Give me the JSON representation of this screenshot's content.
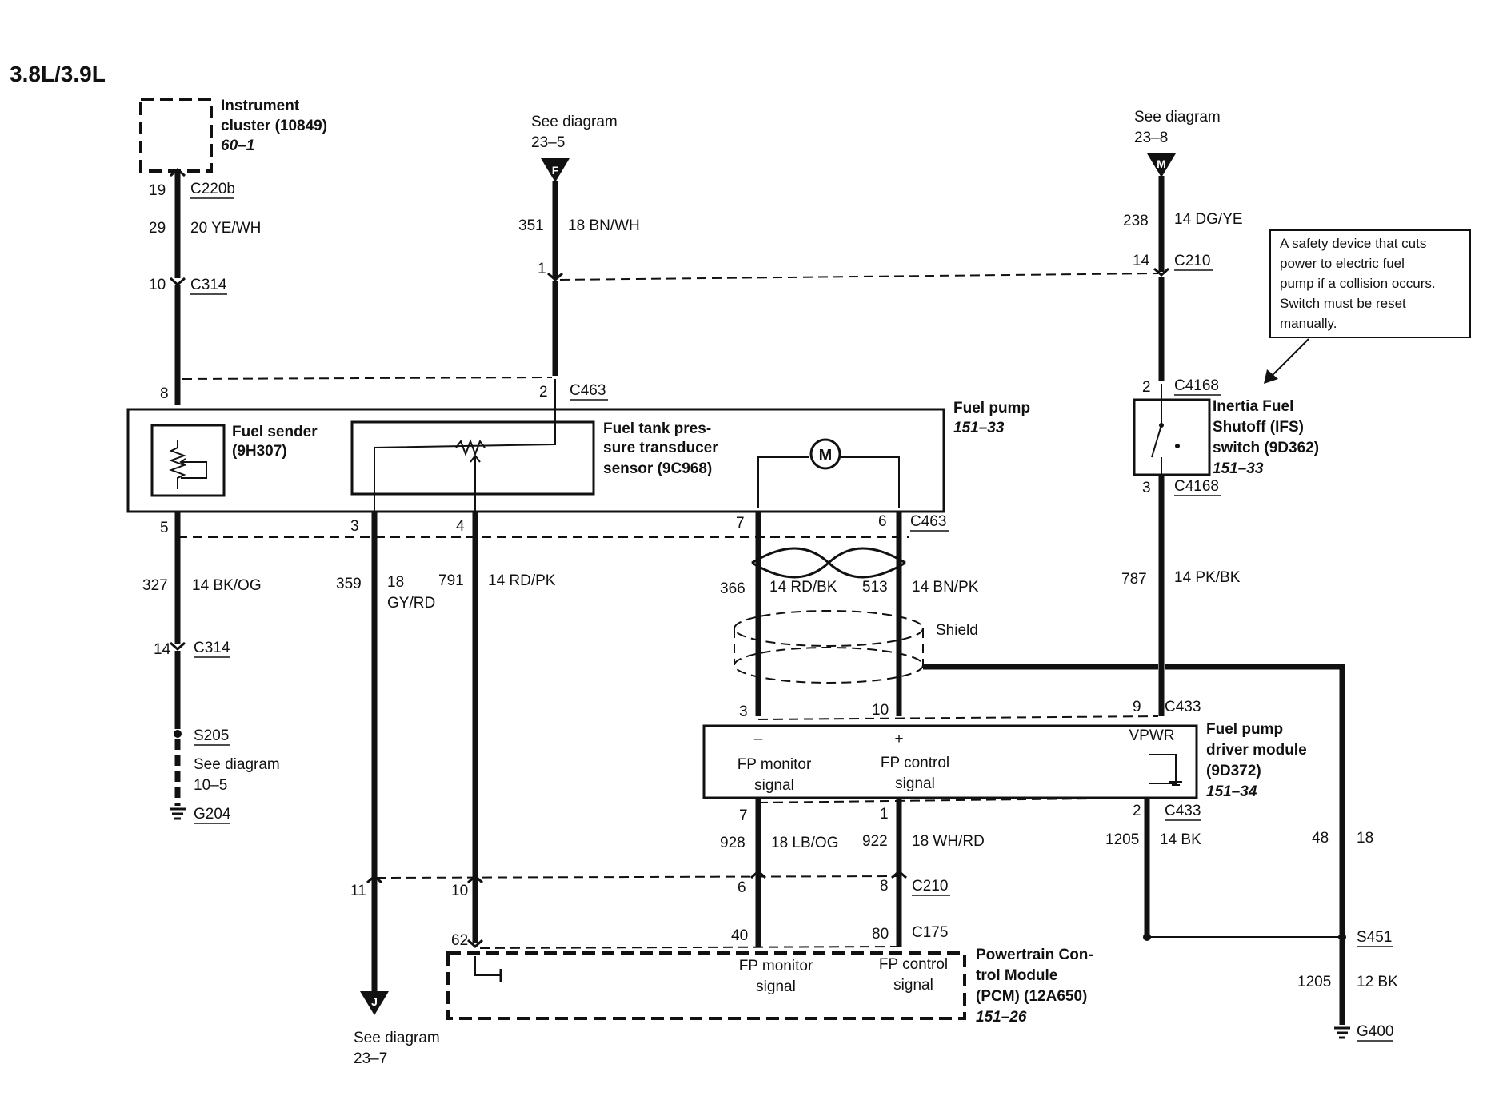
{
  "title": "3.8L/3.9L",
  "components": {
    "instrument_cluster": {
      "name_line1": "Instrument",
      "name_line2": "cluster (10849)",
      "ref": "60–1"
    },
    "fuel_pump": {
      "name": "Fuel pump",
      "ref": "151–33"
    },
    "fuel_sender": {
      "name_line1": "Fuel sender",
      "name_line2": "(9H307)"
    },
    "fuel_tank_sensor": {
      "line1": "Fuel tank pres-",
      "line2": "sure transducer",
      "line3": "sensor (9C968)"
    },
    "motor_symbol": "M",
    "ifs_switch": {
      "line1": "Inertia Fuel",
      "line2": "Shutoff (IFS)",
      "line3": "switch (9D362)",
      "ref": "151–33"
    },
    "fp_driver_module": {
      "line1": "Fuel pump",
      "line2": "driver module",
      "line3": "(9D372)",
      "ref": "151–34",
      "minus": "–",
      "plus": "+",
      "vpwr": "VPWR",
      "mon_line1": "FP monitor",
      "mon_line2": "signal",
      "ctl_line1": "FP control",
      "ctl_line2": "signal"
    },
    "pcm": {
      "line1": "Powertrain Con-",
      "line2": "trol Module",
      "line3": "(PCM) (12A650)",
      "ref": "151–26",
      "mon_line1": "FP monitor",
      "mon_line2": "signal",
      "ctl_line1": "FP control",
      "ctl_line2": "signal"
    }
  },
  "note": {
    "line1": "A safety device that cuts",
    "line2": "power to electric fuel",
    "line3": "pump if a collision occurs.",
    "line4": "Switch must be reset",
    "line5": "manually."
  },
  "references": {
    "f": {
      "line1": "See diagram",
      "line2": "23–5",
      "letter": "F"
    },
    "m": {
      "line1": "See diagram",
      "line2": "23–8",
      "letter": "M"
    },
    "j": {
      "line1": "See diagram",
      "line2": "23–7",
      "letter": "J"
    },
    "s205": {
      "line1": "See diagram",
      "line2": "10–5"
    }
  },
  "shield_label": "Shield",
  "connectors": {
    "c220b": "C220b",
    "c314": "C314",
    "c463": "C463",
    "c210": "C210",
    "c4168": "C4168",
    "c433": "C433",
    "c175": "C175",
    "s205": "S205",
    "g204": "G204",
    "s451": "S451",
    "g400": "G400"
  },
  "pins": {
    "c220b_19": "19",
    "c314_10": "10",
    "c463_8": "8",
    "c463_2": "2",
    "c210_1": "1",
    "c210_14": "14",
    "c4168_2": "2",
    "c463_5": "5",
    "c463_3": "3",
    "c463_4": "4",
    "c463_7": "7",
    "c463_6": "6",
    "c4168_3": "3",
    "c314_14": "14",
    "c433_3": "3",
    "c433_10": "10",
    "c433_9": "9",
    "c433_7": "7",
    "c433_1": "1",
    "c433_2": "2",
    "c210_11": "11",
    "c210_10": "10",
    "c210_6": "6",
    "c210_8": "8",
    "c175_62": "62",
    "c175_40": "40",
    "c175_80": "80"
  },
  "circuits": {
    "c29": {
      "num": "29",
      "spec": "20 YE/WH"
    },
    "c351": {
      "num": "351",
      "spec": "18 BN/WH"
    },
    "c238": {
      "num": "238",
      "spec": "14 DG/YE"
    },
    "c327": {
      "num": "327",
      "spec": "14 BK/OG"
    },
    "c359": {
      "num": "359",
      "spec_line1": "18",
      "spec_line2": "GY/RD"
    },
    "c791": {
      "num": "791",
      "spec": "14 RD/PK"
    },
    "c366": {
      "num": "366",
      "spec": "14 RD/BK"
    },
    "c513": {
      "num": "513",
      "spec": "14 BN/PK"
    },
    "c787": {
      "num": "787",
      "spec": "14 PK/BK"
    },
    "c928": {
      "num": "928",
      "spec": "18 LB/OG"
    },
    "c922": {
      "num": "922",
      "spec": "18 WH/RD"
    },
    "c1205a": {
      "num": "1205",
      "spec": "14 BK"
    },
    "c48": {
      "num": "48",
      "spec": "18"
    },
    "c1205b": {
      "num": "1205",
      "spec": "12 BK"
    }
  }
}
